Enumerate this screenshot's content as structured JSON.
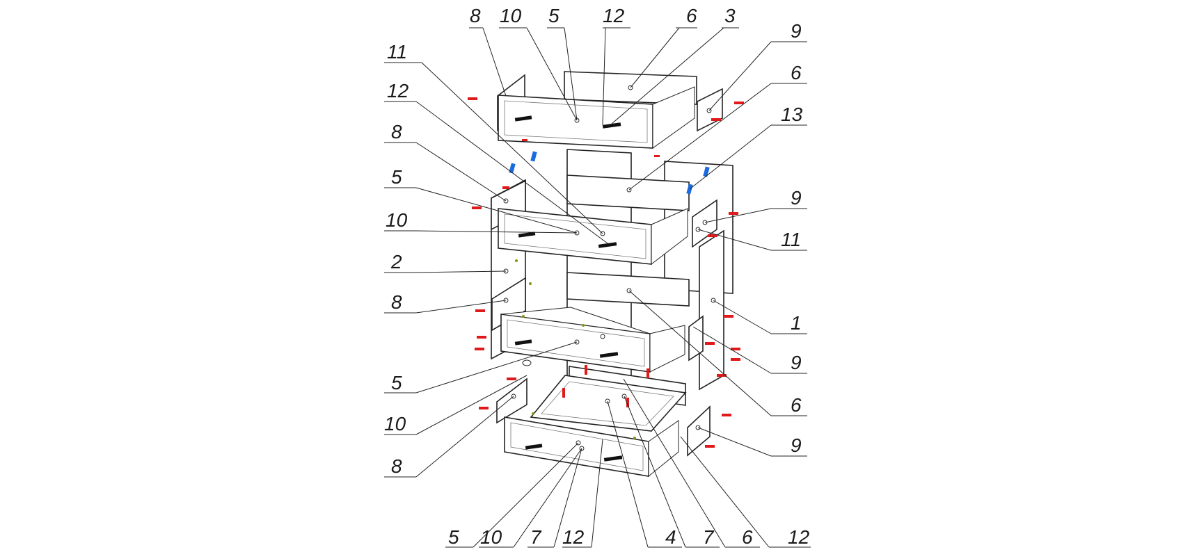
{
  "diagram": {
    "background": "#ffffff",
    "line_color": "#222222",
    "fastener_color": "#e01a1a",
    "connector_color": "#1a6be0",
    "labels": {
      "top_left": [
        "8",
        "10",
        "5",
        "12",
        "6",
        "3"
      ],
      "left": [
        "11",
        "12",
        "8",
        "5",
        "10",
        "2",
        "8",
        "5",
        "10",
        "8"
      ],
      "right": [
        "9",
        "6",
        "13",
        "9",
        "11",
        "1",
        "9",
        "6",
        "9"
      ],
      "bottom": [
        "5",
        "10",
        "7",
        "12",
        "4",
        "7",
        "6",
        "12"
      ]
    }
  }
}
